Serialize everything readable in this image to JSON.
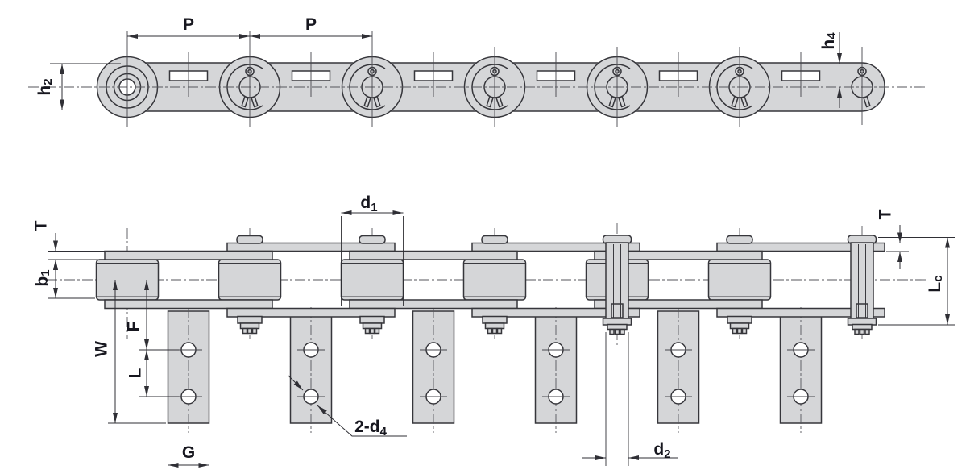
{
  "diagram": {
    "type": "engineering-drawing",
    "subject": "double-pitch conveyor roller chain with bent attachment plates, two orthographic views"
  },
  "colors": {
    "part_fill": "#d5d6d8",
    "part_line": "#36363b",
    "dim_line": "#2f2f35",
    "text": "#17171f",
    "background": "#ffffff"
  },
  "side_view": {
    "name": "chain side elevation",
    "labels": {
      "pitch_1": "P",
      "pitch_2": "P",
      "h2": {
        "main": "h",
        "sub": "2"
      },
      "h4": {
        "main": "h",
        "sub": "4"
      }
    }
  },
  "plan_view": {
    "name": "chain plan view with attachments",
    "labels": {
      "t_left": "T",
      "b1": {
        "main": "b",
        "sub": "1"
      },
      "d1": {
        "main": "d",
        "sub": "1"
      },
      "w": "W",
      "f": "F",
      "l": "L",
      "g": "G",
      "attachment_holes": {
        "main": "2-d",
        "sub": "4"
      },
      "d2": {
        "main": "d",
        "sub": "2"
      },
      "t_right": "T",
      "lc": {
        "main": "L",
        "sub": "c"
      }
    }
  }
}
